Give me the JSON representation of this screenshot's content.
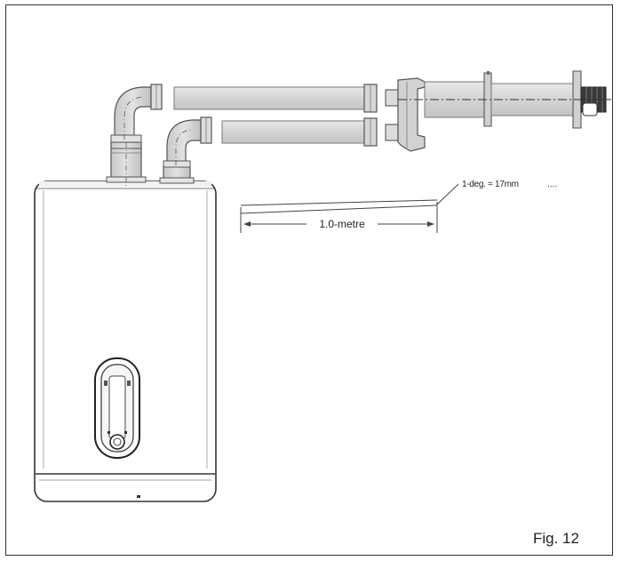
{
  "figure": {
    "caption": "Fig. 12"
  },
  "annotations": {
    "slope": "1-deg. = 17mm",
    "length": "1.0-metre"
  },
  "colors": {
    "pipe_fill": "#d9d9d9",
    "pipe_stroke": "#555555",
    "boiler_stroke": "#333333",
    "line": "#444444"
  }
}
